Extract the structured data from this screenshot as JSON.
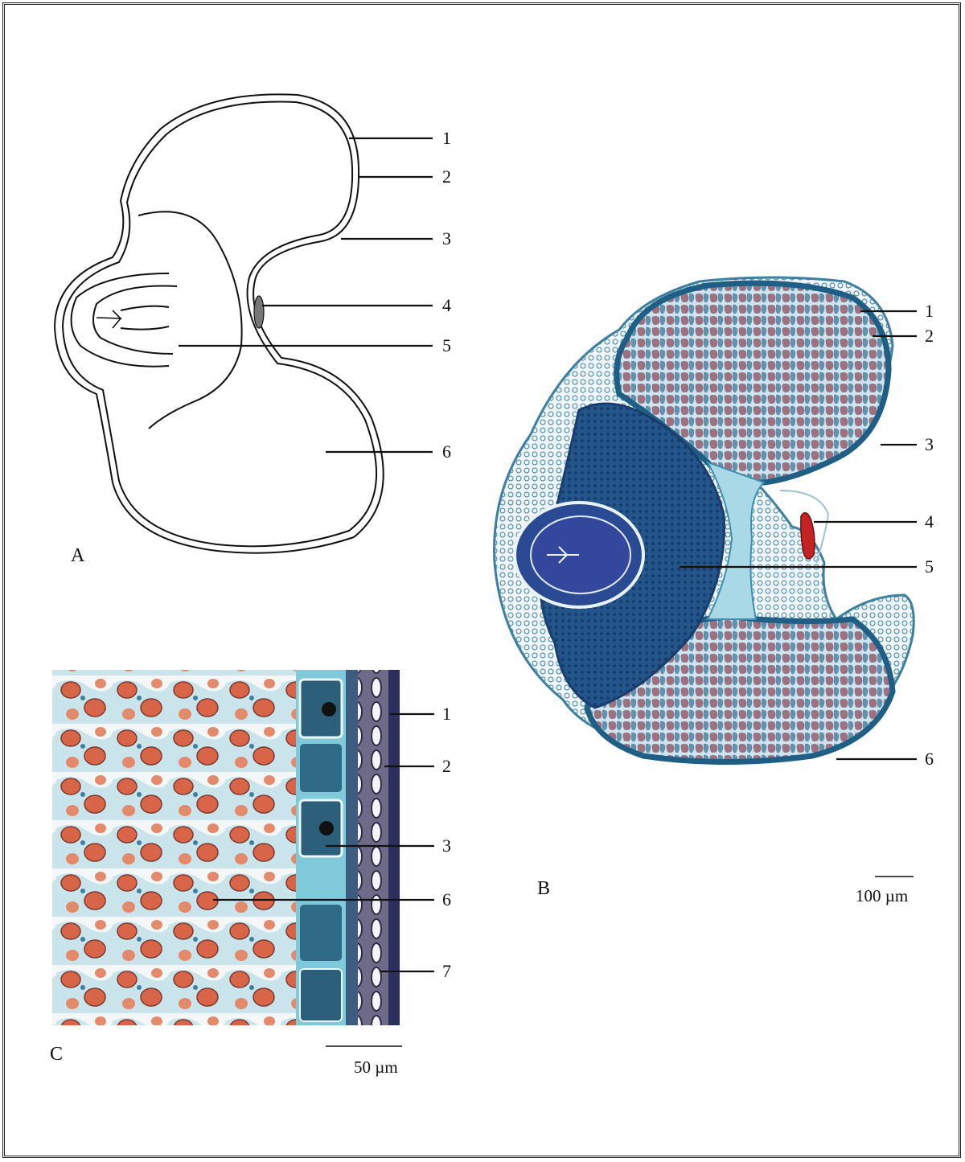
{
  "panels": {
    "A": {
      "letter": "A",
      "labels": [
        "1",
        "2",
        "3",
        "4",
        "5",
        "6"
      ]
    },
    "B": {
      "letter": "B",
      "labels": [
        "1",
        "2",
        "3",
        "4",
        "5",
        "6"
      ],
      "scale_bar": "100 µm"
    },
    "C": {
      "letter": "C",
      "labels": [
        "1",
        "2",
        "3",
        "6",
        "7"
      ],
      "scale_bar": "50 µm"
    }
  },
  "colors": {
    "stain_blue": "#2f7fa3",
    "stain_dark": "#1f3f70",
    "stain_light": "#8fd0df",
    "oil_red": "#d96548",
    "line": "#111111"
  }
}
